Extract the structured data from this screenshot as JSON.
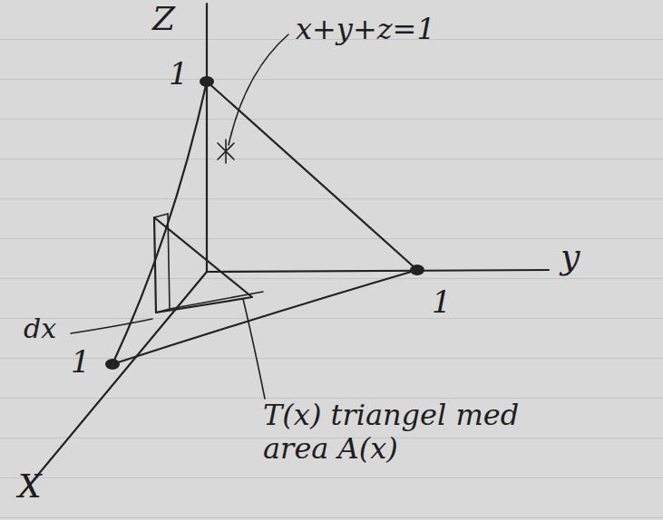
{
  "diagram": {
    "labels": [
      "Z",
      "1",
      "x+y+z=1",
      "dx",
      "1",
      "y",
      "1",
      "T(x) triangel med area A(x)",
      "X"
    ]
  }
}
